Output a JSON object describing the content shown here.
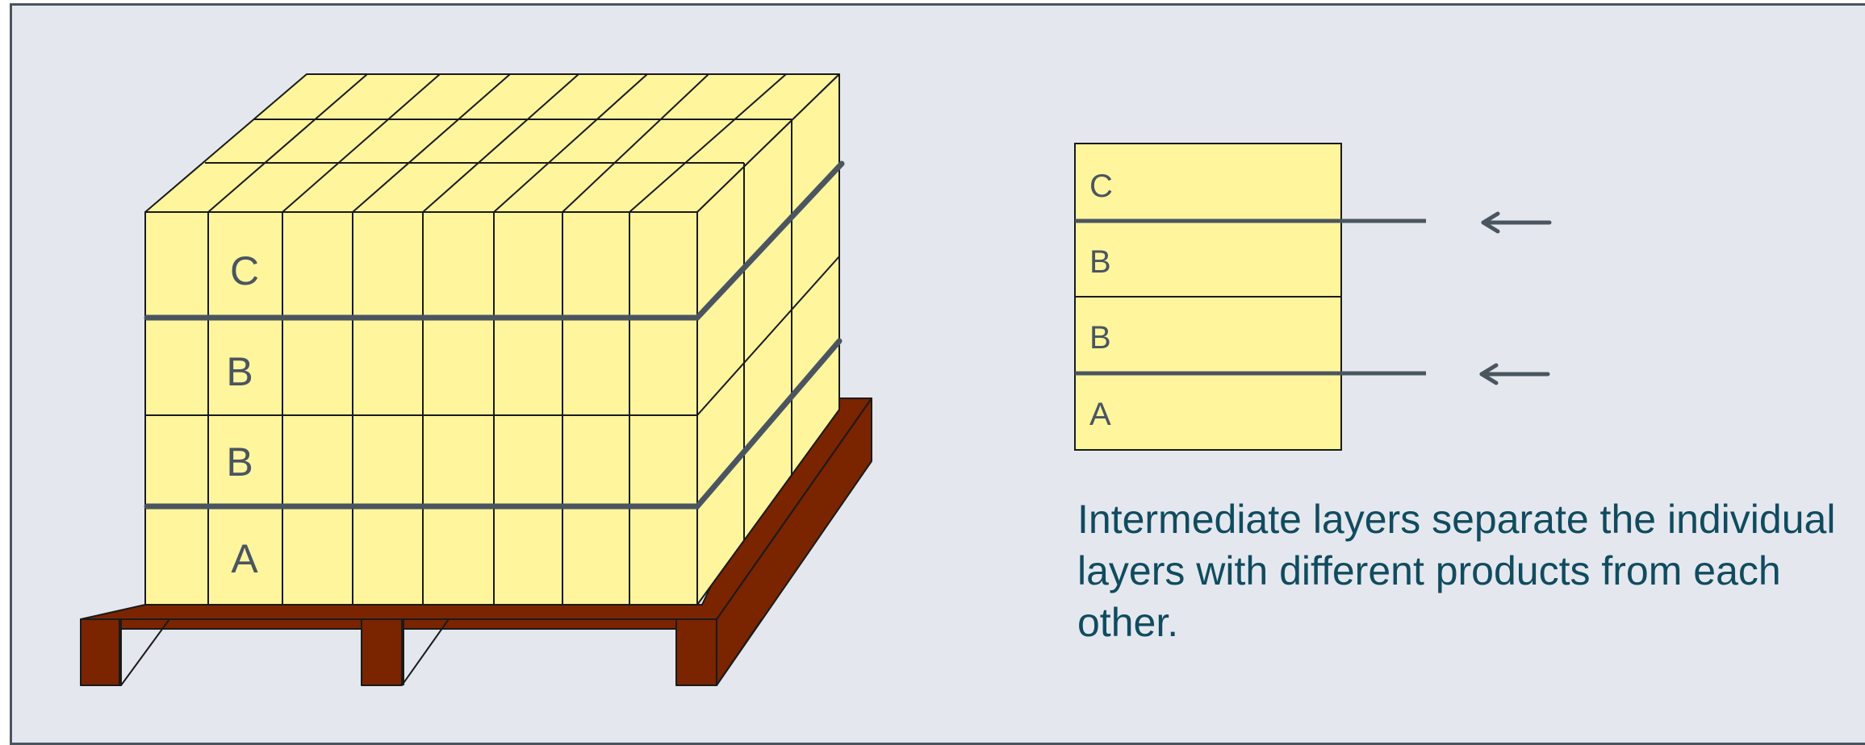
{
  "pallet_layers": [
    "A",
    "B",
    "B",
    "C"
  ],
  "legend_layers": [
    "C",
    "B",
    "B",
    "A"
  ],
  "caption": "Intermediate layers separate the individual layers with different products from each other.",
  "colors": {
    "background": "#e4e8ee",
    "box_fill": "#fff59d",
    "box_stroke": "#1a1a1a",
    "pallet_wood": "#7a2400",
    "separator": "#4a5560",
    "caption_text": "#114b5f"
  },
  "icons": {
    "separator_arrows": "arrow-left-icon"
  }
}
